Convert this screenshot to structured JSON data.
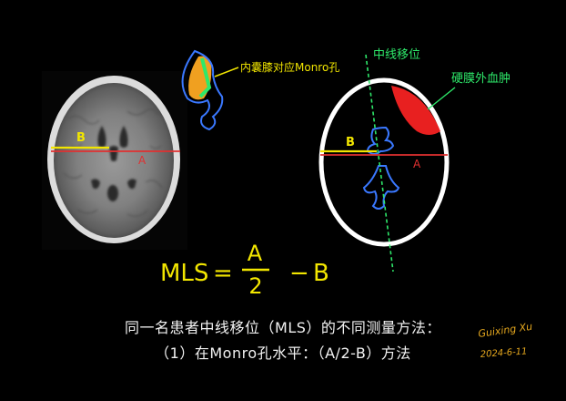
{
  "annotations": {
    "monro_label": "内囊膝对应Monro孔",
    "midline_shift_label": "中线移位",
    "hematoma_label": "硬膜外血肿",
    "b_left": "B",
    "a_left": "A",
    "b_right": "B",
    "a_right": "A"
  },
  "formula": {
    "lhs": "MLS",
    "equals": "=",
    "numerator": "A",
    "denominator": "2",
    "minus": "−",
    "term": "B"
  },
  "caption": {
    "line1": "同一名患者中线移位（MLS）的不同测量方法：",
    "line2": "（1）在Monro孔水平：（A/2-B）方法"
  },
  "signature": {
    "name": "Guixing Xu",
    "date": "2024-6-11"
  },
  "colors": {
    "yellow": "#f2e600",
    "red": "#e03030",
    "green": "#2ee86a",
    "blue": "#3a78ff",
    "orange": "#f0a020",
    "signature": "#e6a81e"
  }
}
